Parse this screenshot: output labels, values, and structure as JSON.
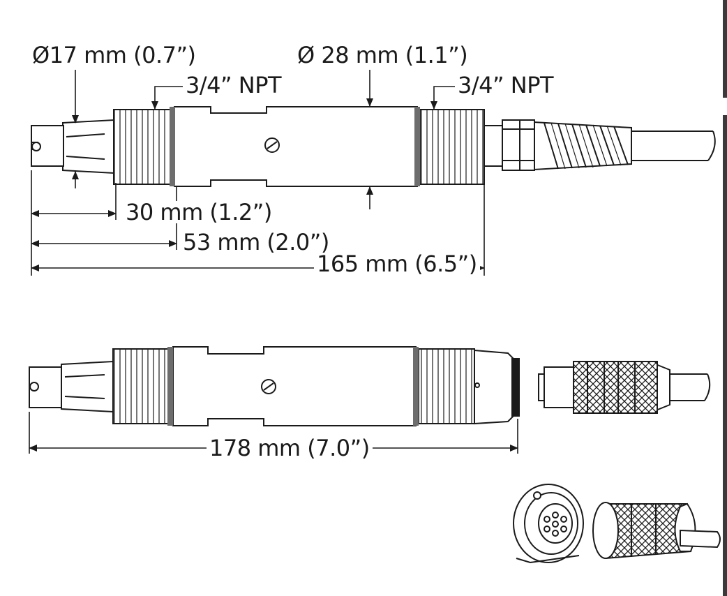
{
  "top_view": {
    "dia_small": "Ø17 mm (0.7”)",
    "dia_body": "Ø 28 mm (1.1”)",
    "thread_left": "3/4” NPT",
    "thread_right": "3/4” NPT",
    "len_30": "30 mm (1.2”)",
    "len_53": "53 mm (2.0”)",
    "len_165": "165 mm (6.5”)"
  },
  "bottom_view": {
    "len_178": "178 mm (7.0”)"
  },
  "colors": {
    "line": "#1a1a1a",
    "body_fill": "#ffffff",
    "oring": "#6d6d6d",
    "edge_bar": "#3a3a3a"
  }
}
